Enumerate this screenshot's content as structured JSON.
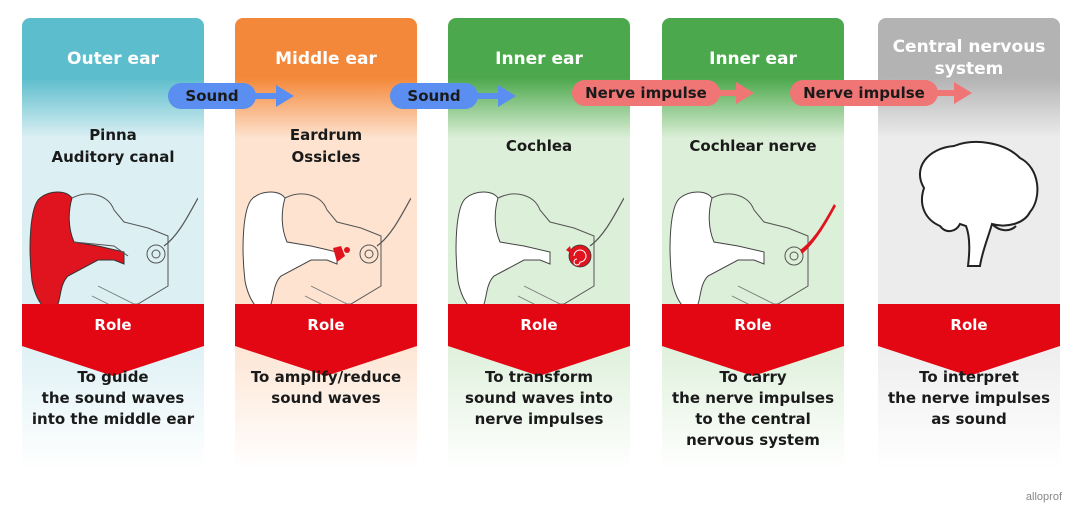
{
  "colors": {
    "role_red": "#e30613",
    "sound_blue": "#5a8ef0",
    "nerve_red": "#f07575",
    "organ_red": "#e0141e"
  },
  "columns": [
    {
      "title": "Outer ear",
      "parts": "Pinna\nAuditory canal",
      "role": "Role",
      "description": "To guide\nthe sound waves\ninto the middle ear",
      "header_color": "#5cbdcc",
      "body_color": "#dcf0f4"
    },
    {
      "title": "Middle ear",
      "parts": "Eardrum\nOssicles",
      "role": "Role",
      "description": "To amplify/reduce\nsound waves",
      "header_color": "#f4883a",
      "body_color": "#fde3d0"
    },
    {
      "title": "Inner ear",
      "parts": "Cochlea",
      "role": "Role",
      "description": "To transform\nsound waves into\nnerve impulses",
      "header_color": "#4ca84c",
      "body_color": "#dcefd8"
    },
    {
      "title": "Inner ear",
      "parts": "Cochlear nerve",
      "role": "Role",
      "description": "To carry\nthe nerve impulses\nto the central\nnervous system",
      "header_color": "#4ca84c",
      "body_color": "#dcefd8"
    },
    {
      "title": "Central nervous\nsystem",
      "parts": "",
      "role": "Role",
      "description": "To interpret\nthe nerve impulses\nas sound",
      "header_color": "#b3b3b3",
      "body_color": "#ececec"
    }
  ],
  "arrows": [
    {
      "label": "Sound",
      "type": "sound"
    },
    {
      "label": "Sound",
      "type": "sound"
    },
    {
      "label": "Nerve impulse",
      "type": "nerve"
    },
    {
      "label": "Nerve impulse",
      "type": "nerve"
    }
  ],
  "brand": "alloprof"
}
